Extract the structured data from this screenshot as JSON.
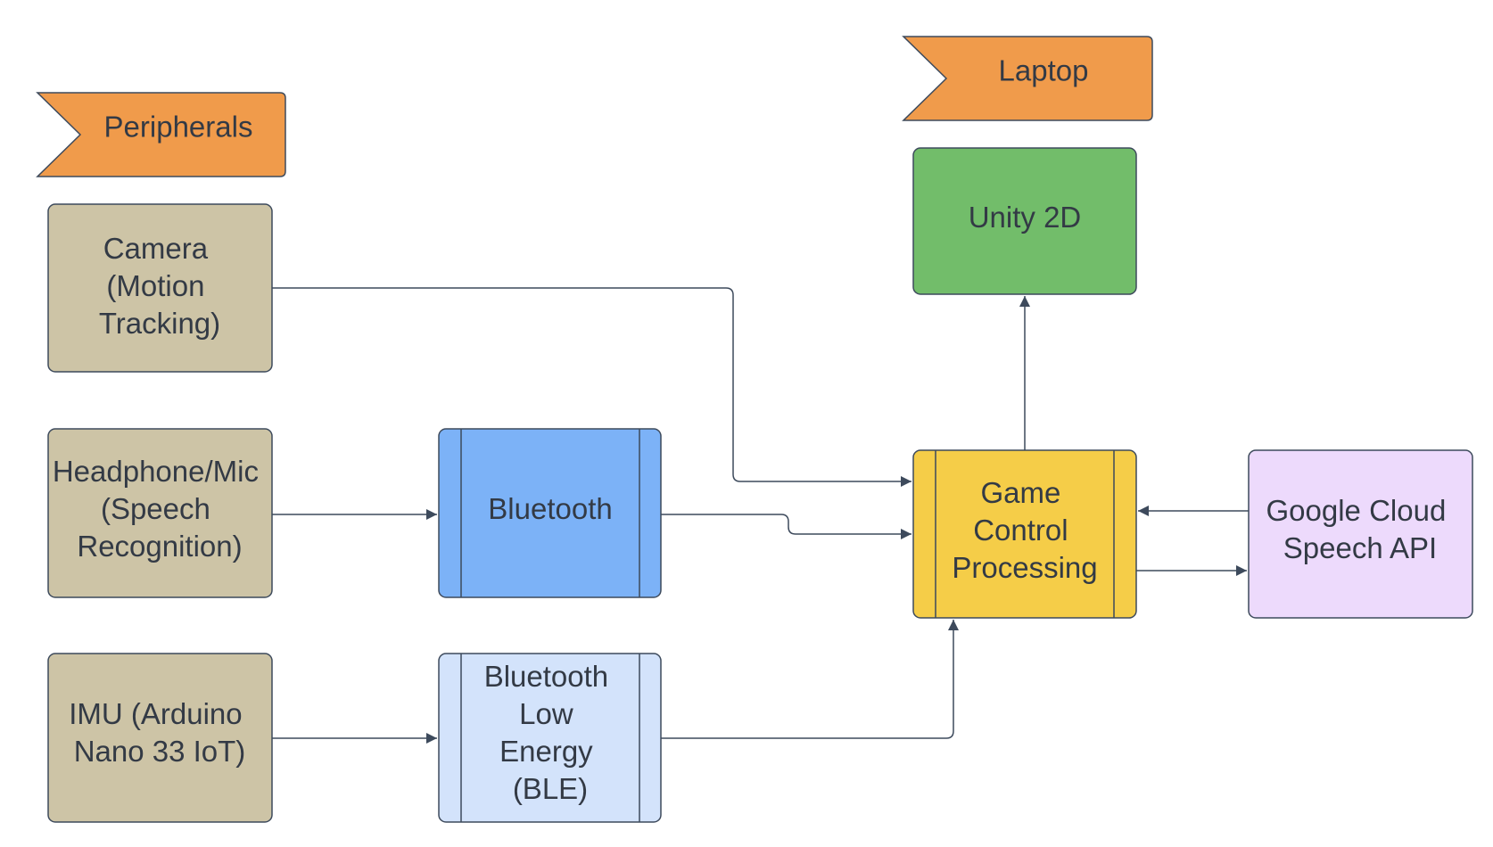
{
  "colors": {
    "banner": "#f09b4b",
    "peripheral": "#cdc4a6",
    "bluetooth": "#7cb2f7",
    "ble": "#d3e3fb",
    "game": "#f5cd48",
    "unity": "#72bd6a",
    "google": "#eddafc",
    "stroke": "#3d4a5c",
    "text": "#333a45"
  },
  "banners": {
    "peripherals": {
      "label": "Peripherals"
    },
    "laptop": {
      "label": "Laptop"
    }
  },
  "nodes": {
    "camera": {
      "lines": [
        "Camera",
        "(Motion",
        "Tracking)"
      ]
    },
    "headphone": {
      "lines": [
        "Headphone/Mic",
        "(Speech",
        "Recognition)"
      ]
    },
    "imu": {
      "lines": [
        "IMU (Arduino",
        "Nano 33 IoT)"
      ]
    },
    "bluetooth": {
      "lines": [
        "Bluetooth"
      ]
    },
    "ble": {
      "lines": [
        "Bluetooth",
        "Low",
        "Energy",
        "(BLE)"
      ]
    },
    "game": {
      "lines": [
        "Game",
        "Control",
        "Processing"
      ]
    },
    "unity": {
      "lines": [
        "Unity 2D"
      ]
    },
    "google": {
      "lines": [
        "Google Cloud",
        "Speech API"
      ]
    }
  }
}
